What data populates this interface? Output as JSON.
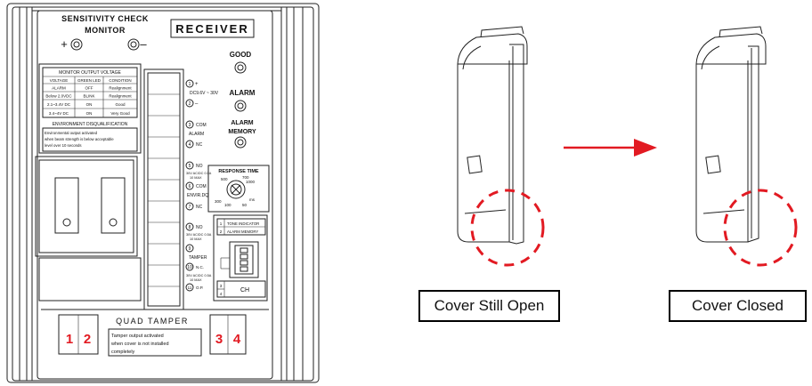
{
  "receiver": {
    "sensitivity_line1": "SENSITIVITY CHECK",
    "sensitivity_line2": "MONITOR",
    "plus": "+",
    "minus": "–",
    "title": "RECEIVER",
    "good": "GOOD",
    "alarm": "ALARM",
    "alarm_memory_1": "ALARM",
    "alarm_memory_2": "MEMORY",
    "monitor_table": {
      "title": "MONITOR OUTPUT VOLTAGE",
      "headers": [
        "VOLTAGE",
        "GREEN LED",
        "CONDITION"
      ],
      "rows": [
        [
          "ALARM",
          "OFF",
          "Realignment"
        ],
        [
          "Below 2.0VDC",
          "BLINK",
          "Realignment"
        ],
        [
          "2.1~3.4V DC",
          "ON",
          "Good"
        ],
        [
          "3.4~4V DC",
          "ON",
          "Very Good"
        ]
      ]
    },
    "env_title": "ENVIRONMENT DISQUALIFICATION",
    "env_text_1": "Environmental output activated",
    "env_text_2": "when beam strength is below acceptable",
    "env_text_3": "level over 10 seconds",
    "terminals": {
      "t1_num": "1",
      "t2_num": "2",
      "t3_num": "3",
      "t4_num": "4",
      "t5_num": "5",
      "t6_num": "6",
      "t7_num": "7",
      "t8_num": "8",
      "t9_num": "9",
      "t10_num": "10",
      "t11_num": "11",
      "power": "DC9.6V ~ 30V",
      "plus_sign": "+",
      "minus_sign": "–",
      "com": "COM",
      "alarm": "ALARM",
      "nc": "NC",
      "no": "NO",
      "rating_1": "30V AC/DC 0.5A",
      "rating_2": "10 MAX",
      "env_com": "COM",
      "env_dq": "ENVIR.DQ",
      "env_nc": "NC",
      "env_no": "NO",
      "rating_3": "30V AC/DC 0.5A",
      "rating_4": "10 MAX",
      "tamper": "TAMPER",
      "rating_5": "30V AC/DC 0.5A",
      "rating_6": "10 MAX",
      "tamper_nc": "N.C.",
      "tamper_op": "O.P."
    },
    "response": {
      "title": "RESPONSE TIME",
      "v50": "50",
      "v100": "100",
      "v300": "300",
      "v500": "500",
      "v700": "700",
      "v1000": "1000",
      "unit": "ms"
    },
    "options": {
      "opt1_num": "1",
      "opt1": "TONE INDICATOR",
      "opt2_num": "2",
      "opt2": "ALARM MEMORY",
      "opt3_num": "3",
      "opt4_num": "4",
      "ch": "CH"
    },
    "quad": {
      "title": "QUAD TAMPER",
      "n1": "1",
      "n2": "2",
      "n3": "3",
      "n4": "4",
      "text_1": "Tamper output activated",
      "text_2": "when cover is not installed",
      "text_3": "completely"
    }
  },
  "captions": {
    "open": "Cover Still Open",
    "closed": "Cover Closed"
  },
  "colors": {
    "accent_red": "#e21a22",
    "line": "#222222"
  }
}
